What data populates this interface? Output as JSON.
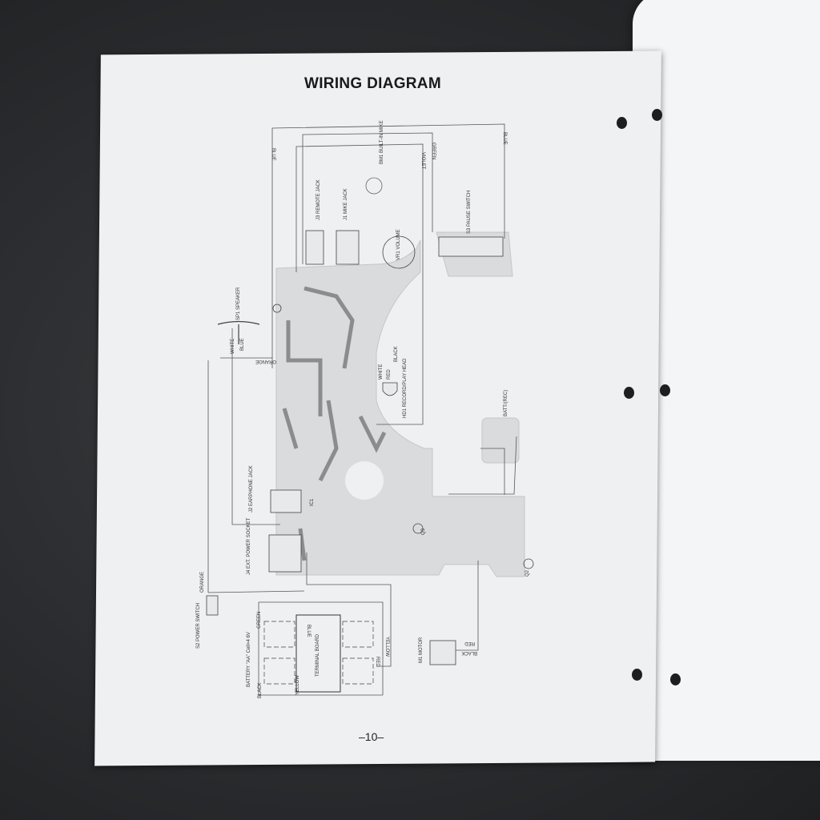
{
  "document": {
    "title": "WIRING DIAGRAM",
    "page_number": "–10–"
  },
  "labels": {
    "wire_blue_left": "BLUE",
    "wire_green_top": "GREEN",
    "wire_violet_top": "VIOLET",
    "wire_blue_right": "BLUE",
    "bm1": "BM1 BUILT-IN MIKE",
    "j3": "J3 REMOTE JACK",
    "j1": "J1 MIKE JACK",
    "s3": "S3 PAUSE SWITCH",
    "vr1": "VR1 VOLUME",
    "sp1": "SP1 SPEAKER",
    "sp_white": "WHITE",
    "sp_blue": "BLUE",
    "orange1": "ORANGE",
    "hd1": "HD1 RECORD/PLAY HEAD",
    "hd_white": "WHITE",
    "hd_red": "RED",
    "hd_black": "BLACK",
    "batt_rec": "BATT/(REC)",
    "j2": "J2 EARPHONE JACK",
    "j4": "J4 EXT. POWER SOCKET",
    "s2": "S2 POWER SWITCH",
    "s2_orange": "ORANGE",
    "battery": "BATTERY \"AA\" Cell×4 6V",
    "terminal_board": "TERMINAL BOARD",
    "m1": "M1 MOTOR",
    "m1_red": "RED",
    "m1_black": "BLACK",
    "tb_green": "GREEN",
    "tb_yellow": "YELLOW",
    "tb_red": "RED",
    "tb_black": "BLACK",
    "tb_yellow2": "YELLOW",
    "tb_blue": "BLUE",
    "ic1": "IC1",
    "q2": "Q2",
    "q3": "Q3"
  }
}
